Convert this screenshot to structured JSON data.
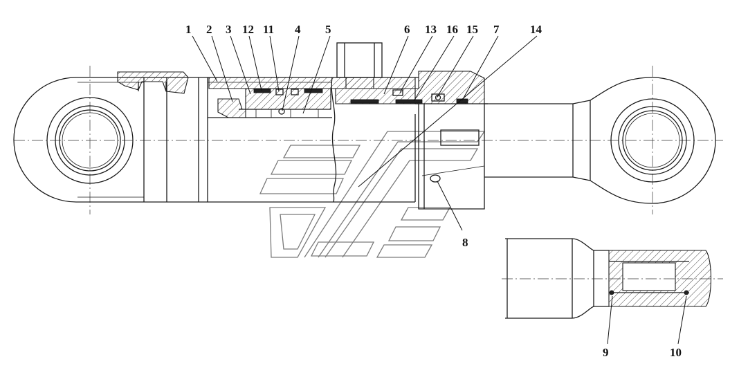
{
  "callouts": [
    {
      "id": "1",
      "text": "1"
    },
    {
      "id": "2",
      "text": "2"
    },
    {
      "id": "3",
      "text": "3"
    },
    {
      "id": "12",
      "text": "12"
    },
    {
      "id": "11",
      "text": "11"
    },
    {
      "id": "4",
      "text": "4"
    },
    {
      "id": "5",
      "text": "5"
    },
    {
      "id": "6",
      "text": "6"
    },
    {
      "id": "13",
      "text": "13"
    },
    {
      "id": "16",
      "text": "16"
    },
    {
      "id": "15",
      "text": "15"
    },
    {
      "id": "7",
      "text": "7"
    },
    {
      "id": "14",
      "text": "14"
    },
    {
      "id": "8",
      "text": "8"
    },
    {
      "id": "9",
      "text": "9"
    },
    {
      "id": "10",
      "text": "10"
    }
  ]
}
